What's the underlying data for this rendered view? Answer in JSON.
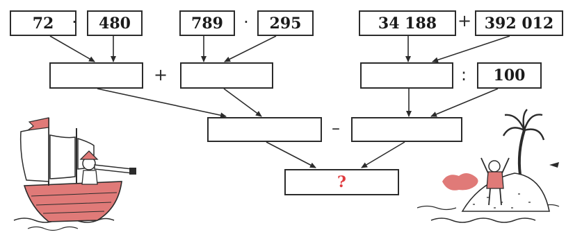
{
  "puzzle": {
    "top_row": {
      "a1": "72",
      "op1": "·",
      "a2": "480",
      "b1": "789",
      "op2": "·",
      "b2": "295",
      "c1": "34 188",
      "op3": "+",
      "c2": "392 012"
    },
    "middle_row": {
      "r1": "",
      "op_plus": "+",
      "r2": "",
      "r3": "",
      "op_div": ":",
      "divisor": "100"
    },
    "lower_row": {
      "s1": "",
      "op_minus": "–",
      "s2": ""
    },
    "final": {
      "answer": "?"
    }
  },
  "colors": {
    "ink": "#2b2b2b",
    "accent": "#e07a78",
    "question": "#e03a3e"
  }
}
